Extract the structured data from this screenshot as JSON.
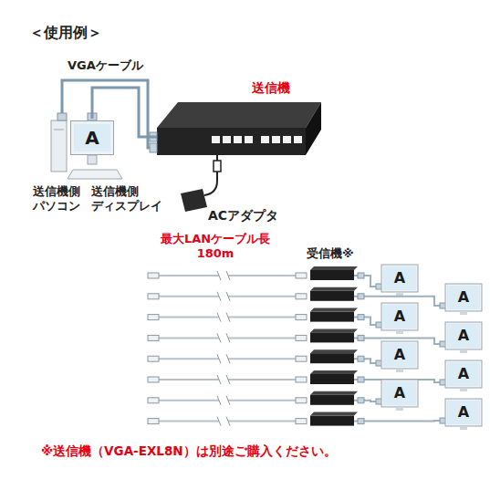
{
  "diagram": {
    "title": "＜使用例＞",
    "caption": "※送信機（VGA-EXL8N）は別途ご購入ください。",
    "nodes": [
      {
        "text": [
          "送信機"
        ]
      },
      {
        "text": [
          "A"
        ]
      }
    ],
    "edges": [
      {
        "from": 1,
        "to": 0,
        "arrow": "none"
      }
    ],
    "labels": [
      "VGAケーブル",
      "送信機側 パソコン",
      "送信機側 ディスプレイ",
      "ACアダプタ",
      "最大LANケーブル長 180m",
      "受信機※",
      "A",
      "A",
      "A",
      "A",
      "A",
      "A",
      "A",
      "A"
    ]
  }
}
